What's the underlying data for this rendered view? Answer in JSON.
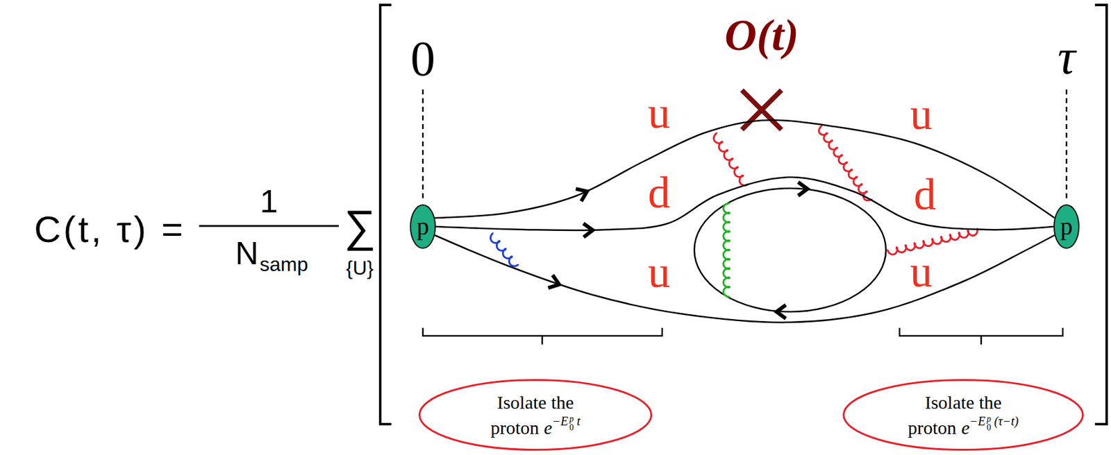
{
  "diagram": {
    "nodes": [
      {
        "text": [
          "p"
        ]
      },
      {
        "text": [
          "p"
        ]
      },
      {
        "text": [
          "Isolate the proton",
          "e",
          "−E",
          "p",
          "0",
          "t"
        ]
      },
      {
        "text": [
          "Isolate the proton",
          "e",
          "−E",
          "p",
          "0",
          "(τ−t)"
        ]
      }
    ],
    "edges": [
      {
        "from": 0,
        "to": 1,
        "arrow": "to"
      },
      {
        "from": 0,
        "to": 1,
        "arrow": "to"
      },
      {
        "from": 0,
        "to": 1,
        "arrow": "to"
      }
    ],
    "labels": [
      "C(t, τ) =",
      "1",
      "N",
      "samp",
      "∑",
      "{U}",
      "0",
      "O(t)",
      "τ",
      "u",
      "d",
      "u",
      "u",
      "d",
      "u"
    ]
  }
}
